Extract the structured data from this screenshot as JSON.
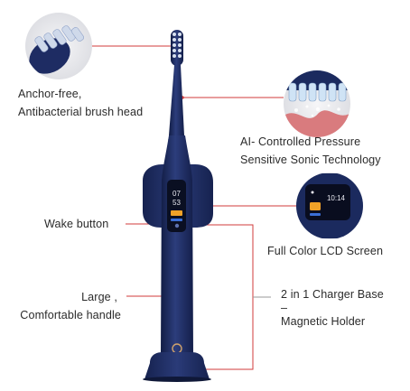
{
  "colors": {
    "brush_body": "#1b2a5e",
    "brush_highlight": "#3a4f93",
    "callout_line": "#d23b3b",
    "callout_connector": "#9a9a9a",
    "text": "#2b2b2b",
    "inset_background": "#e9e9ec"
  },
  "features": {
    "brush_head": [
      "Anchor-free,",
      "Antibacterial brush head"
    ],
    "sonic": [
      "AI- Controlled Pressure",
      "Sensitive Sonic Technology"
    ],
    "wake": "Wake button",
    "lcd": "Full Color LCD Screen",
    "handle": [
      "Large ,",
      "Comfortable handle"
    ],
    "charger": [
      "2 in 1 Charger Base",
      "–",
      "Magnetic Holder"
    ]
  },
  "insets": {
    "brush_head": {
      "icon": "brush-head-closeup-icon"
    },
    "sonic": {
      "icon": "sonic-vibration-closeup-icon"
    },
    "lcd": {
      "icon": "lcd-screen-closeup-icon"
    }
  },
  "screen": {
    "time": "07",
    "time_minutes": "53",
    "inset_time": "10:14"
  }
}
